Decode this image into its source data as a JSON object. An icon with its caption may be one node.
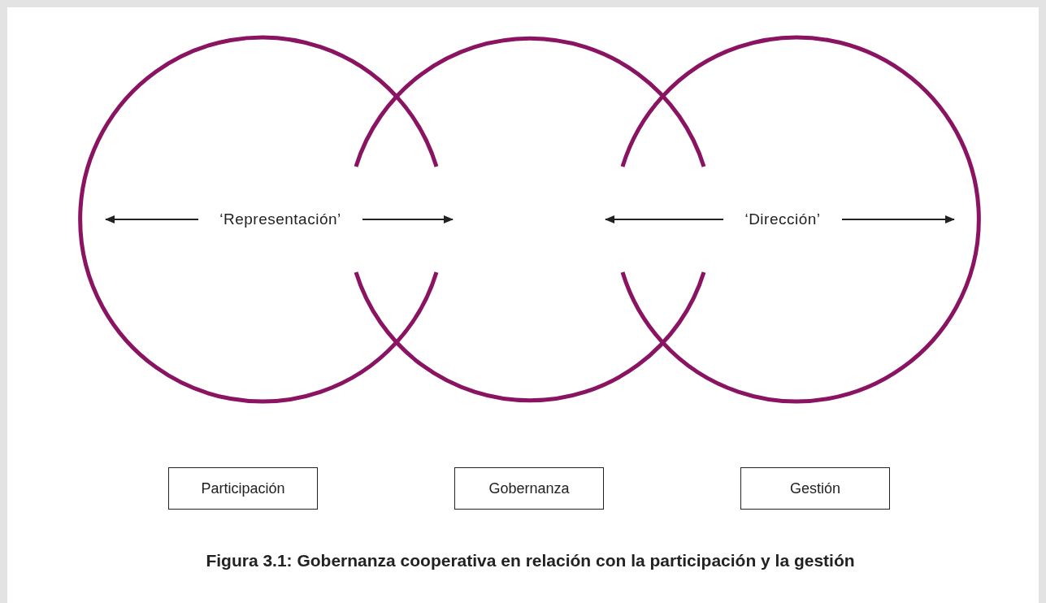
{
  "diagram": {
    "caption": "Figura 3.1: Gobernanza cooperativa en relación con la participación y la gestión",
    "nodes": [
      {
        "text": [
          "‘Representación’"
        ]
      },
      {
        "text": [
          "‘Dirección’"
        ]
      },
      {
        "text": [
          "Participación"
        ]
      },
      {
        "text": [
          "Gobernanza"
        ]
      },
      {
        "text": [
          "Gestión"
        ]
      }
    ],
    "edges": [
      {
        "from": 0,
        "to": null,
        "arrow": "to"
      },
      {
        "from": 0,
        "to": null,
        "arrow": "to"
      },
      {
        "from": 1,
        "to": null,
        "arrow": "to"
      },
      {
        "from": 1,
        "to": null,
        "arrow": "to"
      }
    ]
  }
}
